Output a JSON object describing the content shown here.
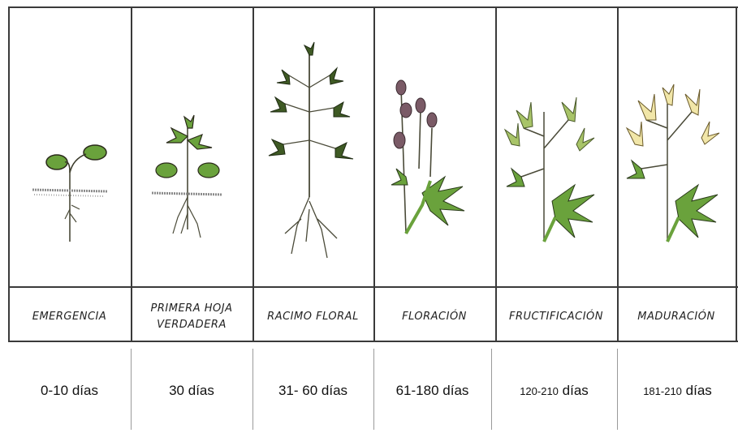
{
  "stages": [
    {
      "label": "EMERGENCIA",
      "duration_num": "0-10",
      "duration_unit": "días"
    },
    {
      "label": "PRIMERA HOJA\nVERDADERA",
      "duration_num": "30",
      "duration_unit": "días"
    },
    {
      "label": "RACIMO FLORAL",
      "duration_num": "31- 60",
      "duration_unit": "días"
    },
    {
      "label": "FLORACIÓN",
      "duration_num": "61-180",
      "duration_unit": "días"
    },
    {
      "label": "FRUCTIFICACIÓN",
      "duration_num": "120-210",
      "duration_unit": "días"
    },
    {
      "label": "MADURACIÓN",
      "duration_num": "181-210",
      "duration_unit": "días"
    }
  ],
  "colors": {
    "leaf": "#6aa23c",
    "leaf_dark": "#3f5a24",
    "stem": "#6a5a3c",
    "flower": "#7a5a66",
    "pod": "#f1e6a8",
    "soil": "#8a8a8a"
  }
}
